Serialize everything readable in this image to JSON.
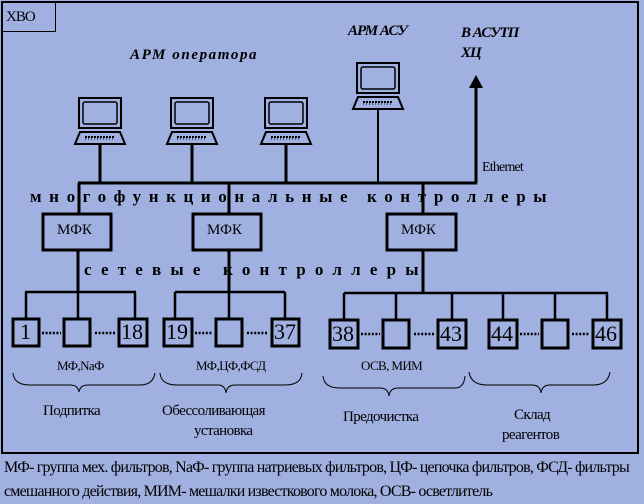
{
  "tag": "ХВО",
  "titles": {
    "arm_operator": "АРМ оператора",
    "arm_asu": "АРМ АСУ",
    "to_asutp_line1": "В АСУТП",
    "to_asutp_line2": "ХЦ",
    "ethernet": "Ethernet"
  },
  "buses": {
    "multifunctional": "многофункциональные контроллеры",
    "network": "сетевые контроллеры"
  },
  "controllers": [
    {
      "label": "МФК"
    },
    {
      "label": "МФК"
    },
    {
      "label": "МФК"
    }
  ],
  "groups": [
    {
      "first": "1",
      "last": "18",
      "equipment": "МФ,NaФ",
      "section": "Подпитка"
    },
    {
      "first": "19",
      "last": "37",
      "equipment": "МФ,ЦФ,ФСД",
      "section": "Обессоливающая установка"
    },
    {
      "first": "38",
      "last": "43",
      "equipment": "ОСВ, МИМ",
      "section": "Предочистка"
    },
    {
      "first": "44",
      "last": "46",
      "equipment": "",
      "section": "Склад реагентов"
    }
  ],
  "sections": {
    "s0": "Подпитка",
    "s1a": "Обессоливающая",
    "s1b": "установка",
    "s2": "Предочистка",
    "s3a": "Склад",
    "s3b": "реагентов"
  },
  "icons": {
    "workstation": "computer-icon",
    "uplink": "arrow-up-icon",
    "brace": "curly-brace-icon"
  },
  "legend": "МФ- группа мех. фильтров, NaФ- группа натриевых фильтров, ЦФ- цепочка фильтров, ФСД- фильтры смешанного действия, МИМ- мешалки известкового молока, ОСВ- осветлитель",
  "colors": {
    "background": "#a0b0e0",
    "ink": "#000000"
  }
}
